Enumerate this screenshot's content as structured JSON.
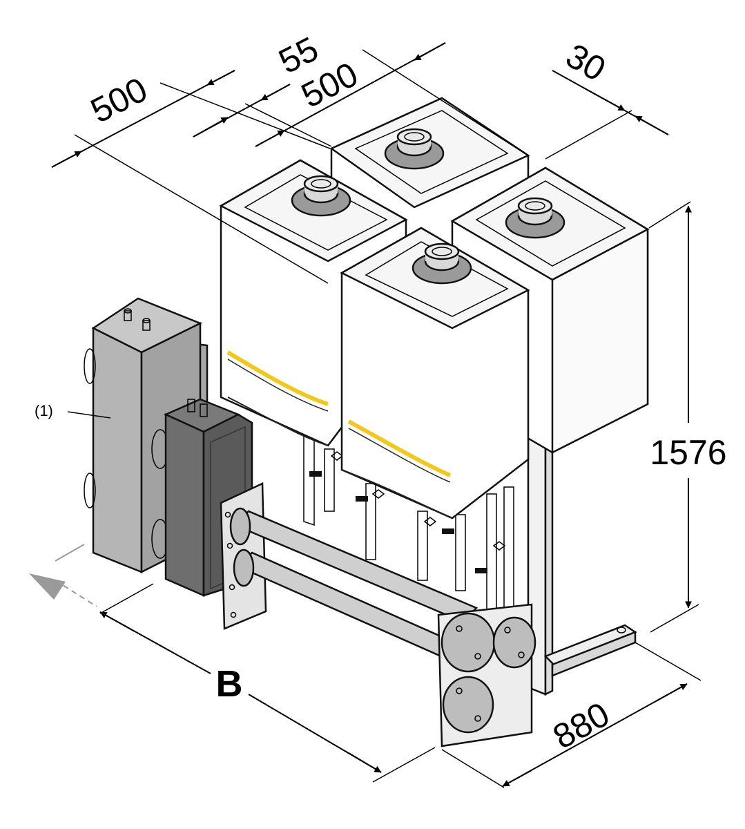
{
  "dimensions": {
    "width_left": "500",
    "gap": "55",
    "width_back": "500",
    "depth_offset": "30",
    "height": "1576",
    "depth": "880",
    "length_label": "B"
  },
  "callouts": {
    "item_1": "(1)"
  },
  "colors": {
    "casing": "#ffffff",
    "stripe": "#f2c81c",
    "separator": "#b5b5b5",
    "exchanger": "#6e6e6e",
    "pipes": "#d0d0d0",
    "arrow": "#9a9a9a"
  }
}
